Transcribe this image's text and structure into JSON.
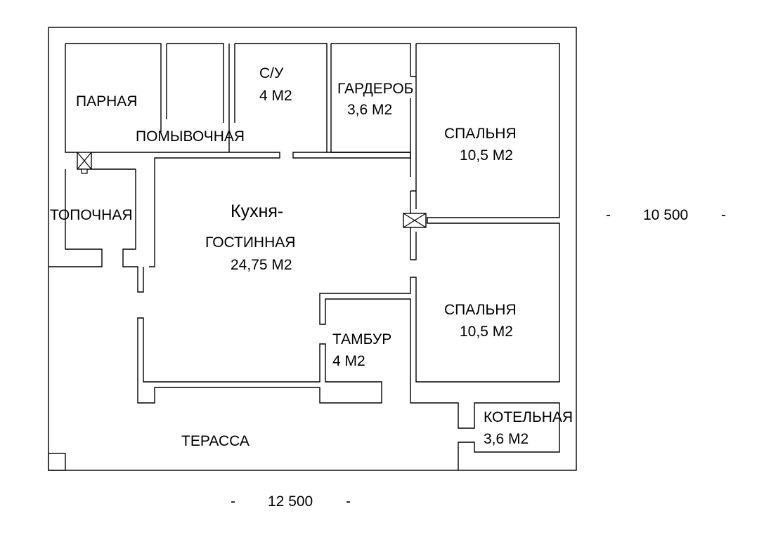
{
  "rooms": {
    "parnaya": {
      "name": "ПАРНАЯ"
    },
    "pomyvochnaya": {
      "name": "ПОМЫВОЧНАЯ"
    },
    "su": {
      "name": "С/У",
      "area": "4 М2"
    },
    "garderob": {
      "name": "ГАРДЕРОБ",
      "area": "3,6 М2"
    },
    "spalnya1": {
      "name": "СПАЛЬНЯ",
      "area": "10,5 М2"
    },
    "topochnaya": {
      "name": "ТОПОЧНАЯ"
    },
    "kitchen": {
      "name_line1": "Кухня-",
      "name_line2": "ГОСТИННАЯ",
      "area": "24,75 М2"
    },
    "spalnya2": {
      "name": "СПАЛЬНЯ",
      "area": "10,5 М2"
    },
    "tambur": {
      "name": "ТАМБУР",
      "area": "4 М2"
    },
    "kotelnaya": {
      "name": "КОТЕЛЬНАЯ",
      "area": "3,6 М2"
    },
    "terrace": {
      "name": "ТЕРАССА"
    }
  },
  "dimensions": {
    "height": {
      "dash_left": "-",
      "value": "10 500",
      "dash_right": "-"
    },
    "width": {
      "dash_left": "-",
      "value": "12 500",
      "dash_right": "-"
    }
  }
}
